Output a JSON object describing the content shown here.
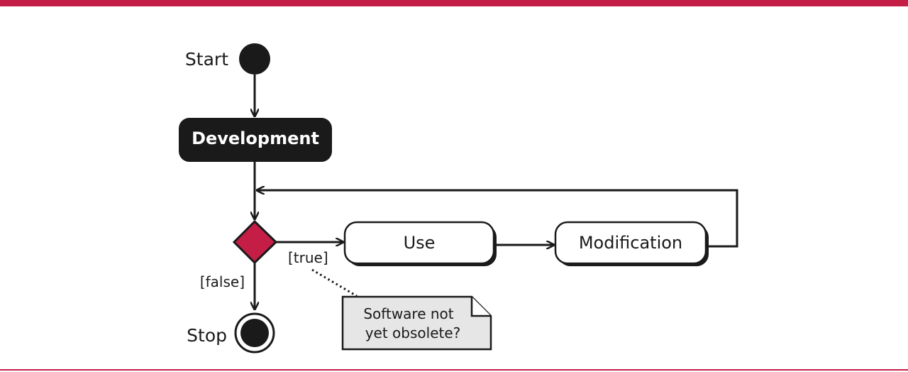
{
  "diagram": {
    "colors": {
      "accent": "#c41e47",
      "node_dark": "#1a1a1a",
      "note_fill": "#e6e6e6"
    },
    "start": {
      "label": "Start"
    },
    "stop": {
      "label": "Stop"
    },
    "development": {
      "label": "Development"
    },
    "use": {
      "label": "Use"
    },
    "modification": {
      "label": "Modification"
    },
    "guards": {
      "true_label": "[true]",
      "false_label": "[false]"
    },
    "note": {
      "line1": "Software not",
      "line2": "yet obsolete?"
    }
  }
}
